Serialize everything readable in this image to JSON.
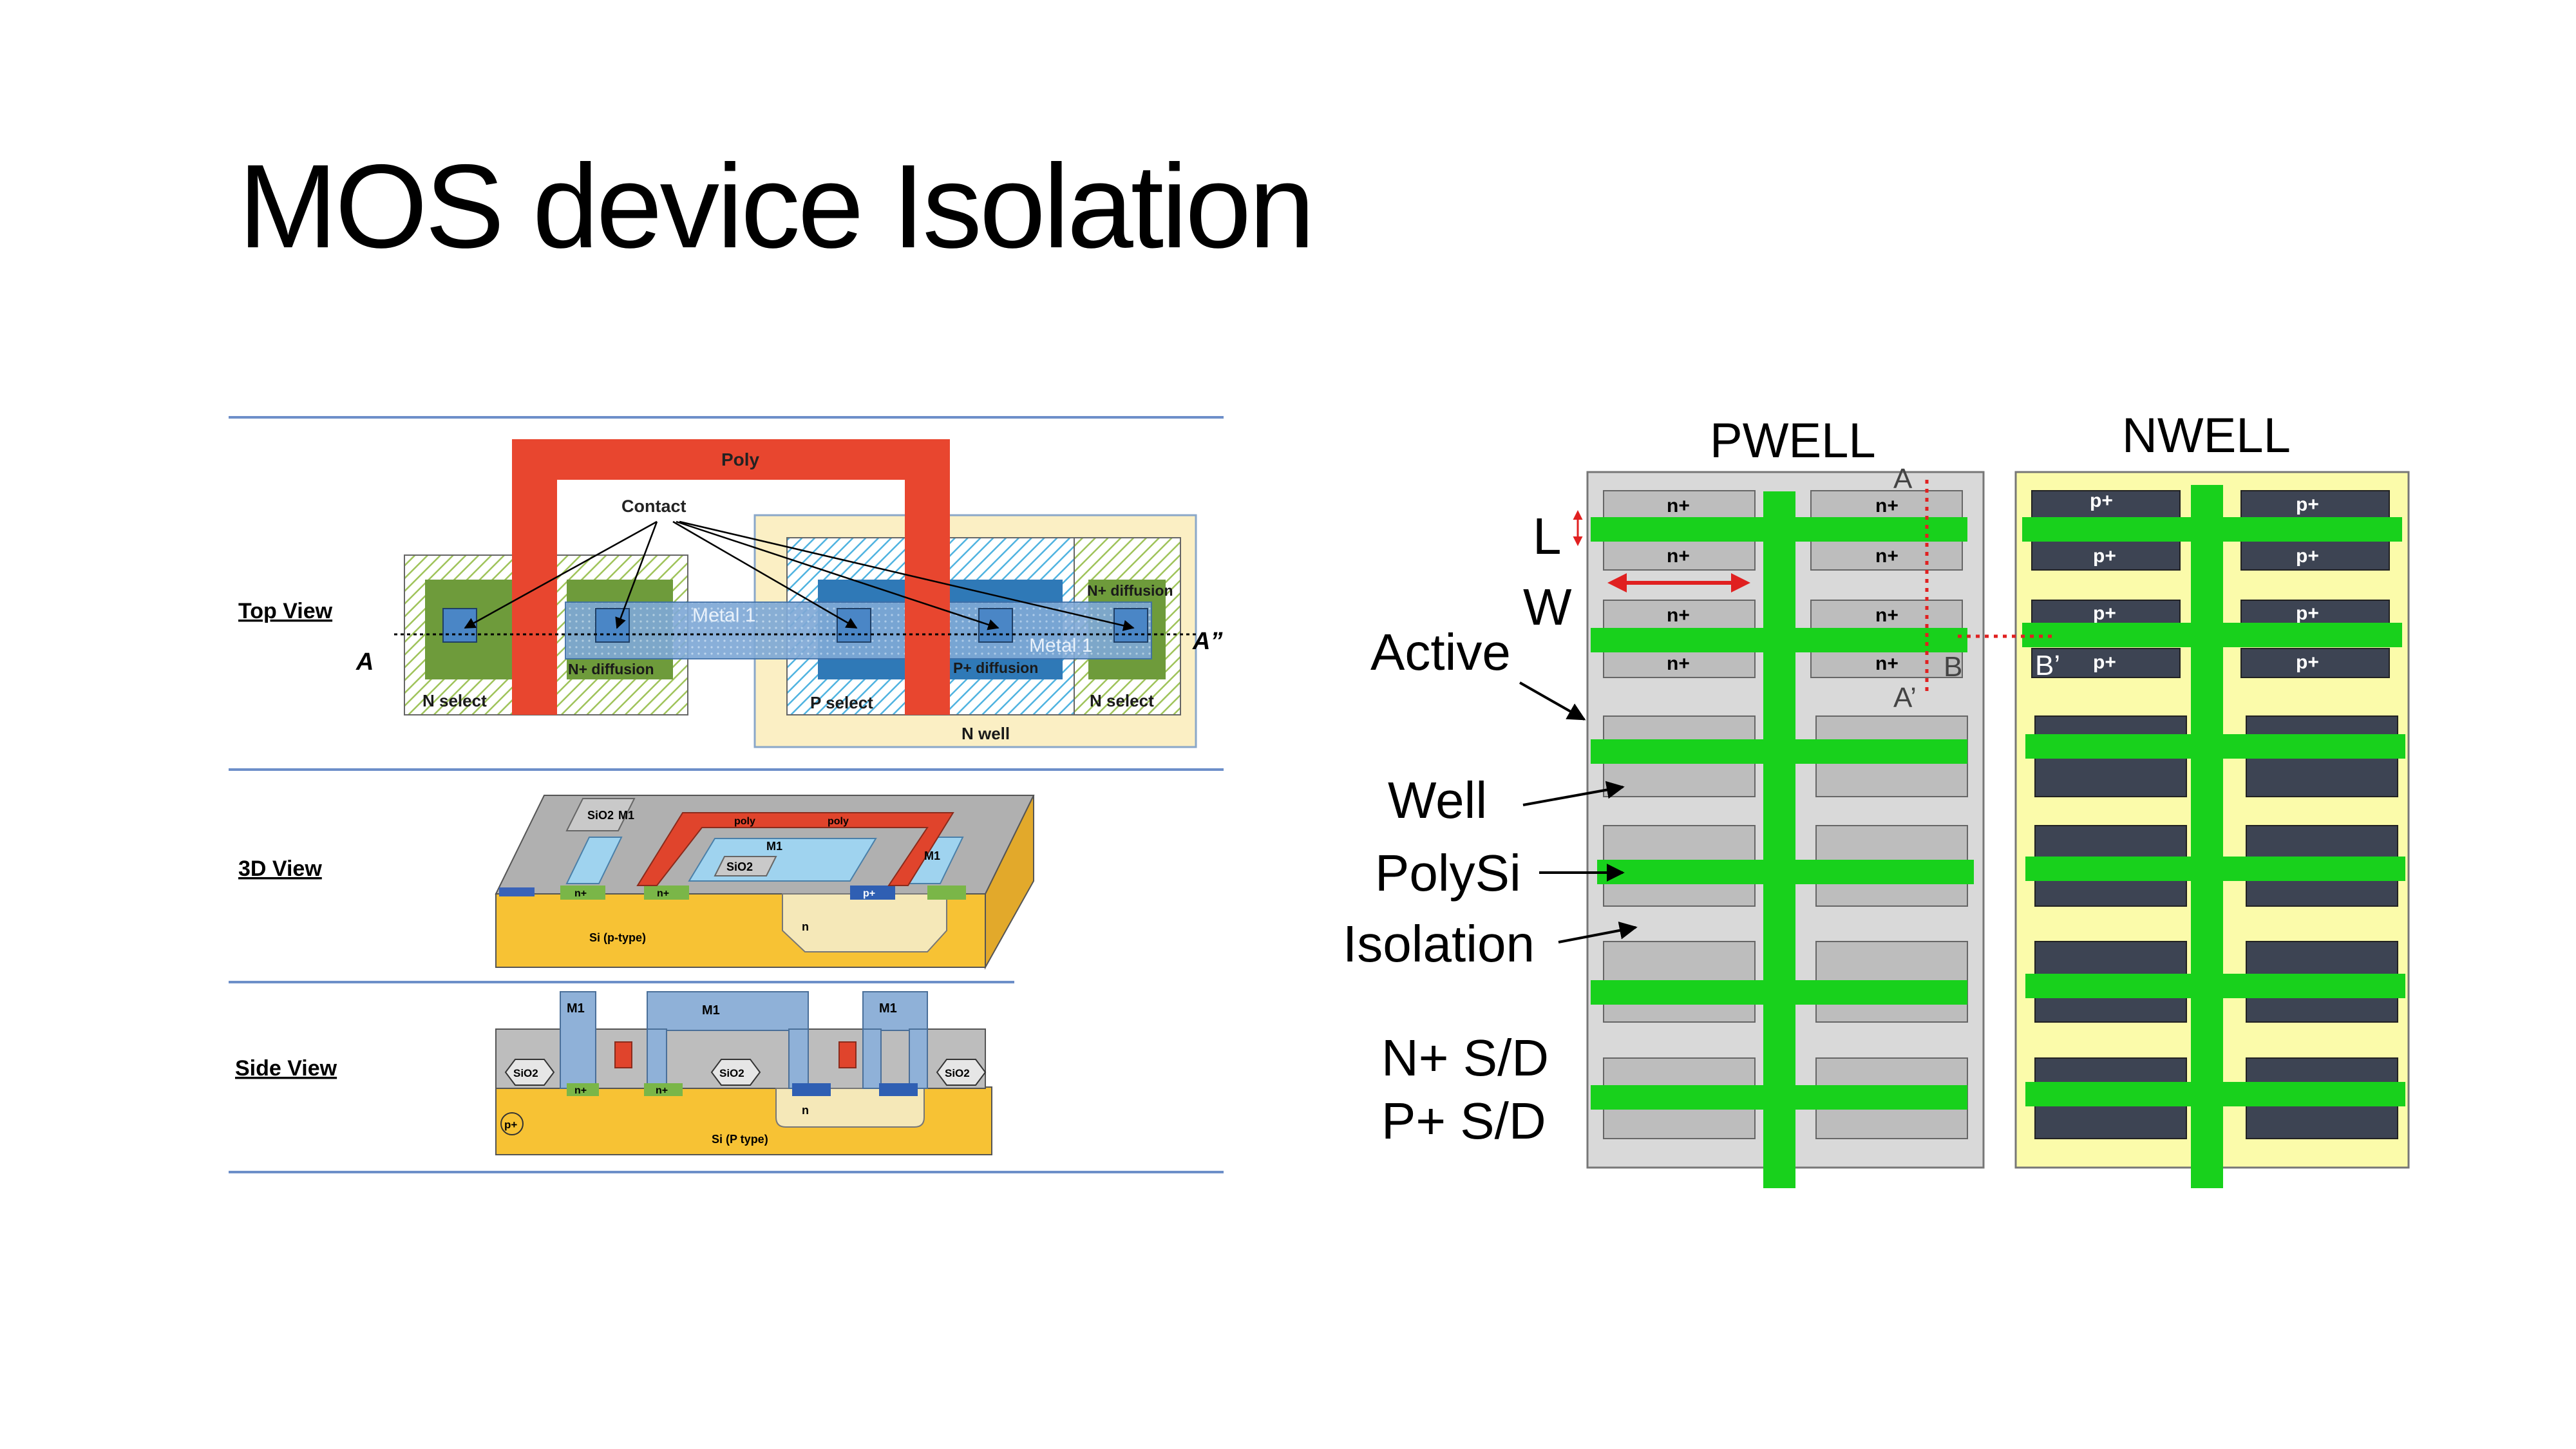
{
  "slide": {
    "title": "MOS device Isolation"
  },
  "left": {
    "row_labels": {
      "top": "Top View",
      "three_d": "3D View",
      "side": "Side View"
    },
    "top_view": {
      "poly": "Poly",
      "contact": "Contact",
      "metal1_a": "Metal 1",
      "metal1_b": "Metal 1",
      "n_plus_diffusion": "N+ diffusion",
      "p_plus_diffusion": "P+ diffusion",
      "n_plus_diffusion_right": "N+ diffusion",
      "n_select_left": "N select",
      "n_select_right": "N select",
      "p_select": "P select",
      "n_well": "N well",
      "a_left": "A",
      "a_right": "A”"
    },
    "view_3d": {
      "sio2_a": "SiO2",
      "m1_a": "M1",
      "poly_a": "poly",
      "poly_b": "poly",
      "m1_b": "M1",
      "sio2_b": "SiO2",
      "m1_c": "M1",
      "n_plus_a": "n+",
      "n_plus_b": "n+",
      "p_plus_a": "p+",
      "n": "n",
      "substrate": "Si (p-type)"
    },
    "side_view": {
      "m1_a": "M1",
      "m1_b": "M1",
      "m1_c": "M1",
      "sio2_a": "SiO2",
      "sio2_b": "SiO2",
      "sio2_c": "SiO2",
      "n_plus_a": "n+",
      "n_plus_b": "n+",
      "p_plus": "p+",
      "n": "n",
      "substrate": "Si (P type)"
    }
  },
  "right": {
    "pwell": "PWELL",
    "nwell": "NWELL",
    "labels": {
      "L": "L",
      "W": "W",
      "active": "Active",
      "well": "Well",
      "polysi": "PolySi",
      "isolation": "Isolation",
      "n_sd": "N+ S/D",
      "p_sd": "P+ S/D"
    },
    "markers": {
      "A": "A",
      "A_prime": "A’",
      "B": "B",
      "B_prime": "B’"
    },
    "n_plus": "n+",
    "p_plus": "p+"
  }
}
